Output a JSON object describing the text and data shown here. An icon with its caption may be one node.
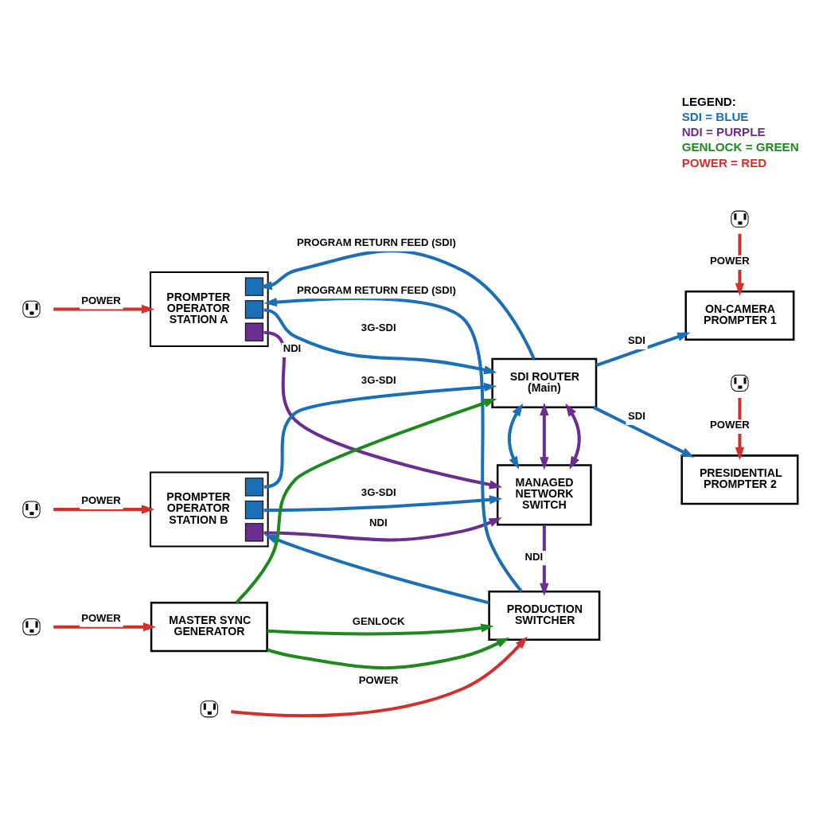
{
  "diagram": {
    "nodes": [
      {
        "text": [
          "PROMPTER OPERATOR STATION A"
        ]
      },
      {
        "text": [
          "ON-CAMERA PROMPTER 1"
        ]
      },
      {
        "text": [],
        "shape": "outlet"
      },
      {
        "text": [
          "SDI ROUTER (Main)"
        ]
      },
      {
        "text": [],
        "shape": "outlet"
      },
      {
        "text": [
          "PRESIDENTIAL PROMPTER 2"
        ]
      },
      {
        "text": [
          "PROMPTER OPERATOR STATION B"
        ]
      },
      {
        "text": [
          "MANAGED NETWORK SWITCH"
        ]
      },
      {
        "text": [],
        "shape": "outlet"
      },
      {
        "text": [],
        "shape": "outlet"
      },
      {
        "text": [
          "PRODUCTION SWITCHER"
        ]
      },
      {
        "text": [],
        "shape": "outlet"
      },
      {
        "text": [
          "MASTER SYNC GENERATOR"
        ]
      },
      {
        "text": [],
        "shape": "outlet"
      }
    ],
    "edges": [
      {
        "from": 3,
        "to": 0,
        "arrow": "to",
        "label": "PROGRAM RETURN FEED (SDI)"
      },
      {
        "from": 0,
        "to": 3,
        "arrow": "to",
        "label": "3G-SDI"
      },
      {
        "from": 0,
        "to": 7,
        "arrow": "to",
        "label": "NDI",
        "color": "#6b2d90"
      },
      {
        "from": 3,
        "to": 1,
        "arrow": "to",
        "label": "SDI"
      },
      {
        "from": 2,
        "to": 1,
        "arrow": "to",
        "label": "POWER",
        "color": "#d2302c"
      },
      {
        "from": 4,
        "to": 0,
        "arrow": "to",
        "label": "POWER",
        "color": "#d2302c"
      },
      {
        "from": 3,
        "to": 5,
        "arrow": "to",
        "label": "SDI"
      },
      {
        "from": 3,
        "to": 7,
        "arrow": "both",
        "color": "#6b2d90"
      },
      {
        "from": 3,
        "to": 7,
        "arrow": "both",
        "color": "#6b2d90"
      },
      {
        "from": 3,
        "to": 7,
        "arrow": "both"
      },
      {
        "from": 6,
        "to": 3,
        "arrow": "to",
        "label": "3G-SDI"
      },
      {
        "from": 6,
        "to": 7,
        "arrow": "to",
        "label": "3G-SDI"
      },
      {
        "from": 6,
        "to": 7,
        "arrow": "to",
        "label": "NDI",
        "color": "#6b2d90"
      },
      {
        "from": 9,
        "to": 6,
        "arrow": "to",
        "label": "POWER",
        "color": "#d2302c"
      },
      {
        "from": 12,
        "to": 3,
        "arrow": "to",
        "color": "#1e8a1e"
      },
      {
        "from": 8,
        "to": 5,
        "arrow": "to",
        "label": "POWER",
        "color": "#d2302c"
      },
      {
        "from": 7,
        "to": 10,
        "arrow": "to",
        "label": "NDI",
        "color": "#6b2d90"
      },
      {
        "from": 10,
        "to": 0,
        "arrow": "to",
        "label": "PROGRAM RETURN FEED (SDI)"
      },
      {
        "from": 10,
        "to": 6,
        "arrow": "to"
      },
      {
        "from": 12,
        "to": 10,
        "arrow": "to",
        "color": "#1e8a1e"
      },
      {
        "from": 11,
        "to": 10,
        "arrow": "to",
        "label": "POWER",
        "color": "#d2302c"
      },
      {
        "from": 12,
        "to": 10,
        "arrow": "to",
        "label": "GENLOCK",
        "color": "#1e8a1e"
      },
      {
        "from": 13,
        "to": 12,
        "arrow": "to",
        "label": "POWER",
        "color": "#d2302c"
      }
    ],
    "labels": [
      "LEGEND:"
    ],
    "legend": [
      {
        "text": "SDI = BLUE",
        "color": "#1a6fb6"
      },
      {
        "text": "NDI = PURPLE",
        "color": "#6b2d90"
      },
      {
        "text": "GENLOCK = GREEN",
        "color": "#1e8a1e"
      },
      {
        "text": "POWER = RED",
        "color": "#d2302c"
      }
    ]
  }
}
